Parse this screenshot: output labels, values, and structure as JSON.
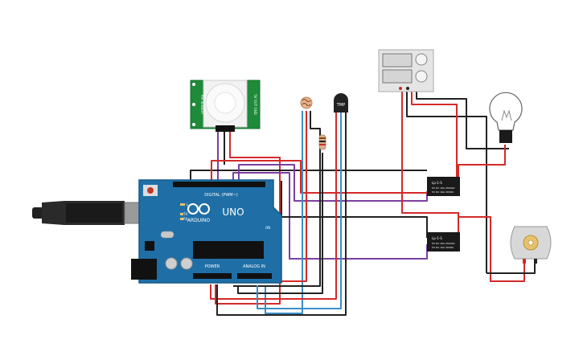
{
  "components": {
    "arduino": {
      "brand_text": "ARDUINO",
      "model_text": "UNO",
      "digital_header_text": "DIGITAL (PWM~)",
      "power_header_text": "POWER",
      "analog_header_text": "ANALOG IN",
      "led_labels": [
        "L",
        "TX",
        "RX",
        "ON"
      ],
      "icon": "arduino-logo-icon"
    },
    "pir_sensor": {
      "icon": "pir-dome-icon",
      "side_text_left": "PIR SENSOR",
      "side_text_right": "5V OUT GND"
    },
    "photoresistor": {
      "icon": "photoresistor-icon"
    },
    "resistor": {
      "icon": "resistor-icon"
    },
    "temp_sensor": {
      "label": "TMP",
      "icon": "temperature-sensor-icon"
    },
    "power_supply": {
      "icon": "dc-power-supply-icon"
    },
    "relay_top": {
      "label_lines": [
        "Lp-1-S",
        "5V DC 10A 250VAC",
        "5V DC 10A 30VDC"
      ]
    },
    "relay_bottom": {
      "label_lines": [
        "Lp-1-S",
        "5V DC 10A 250VAC",
        "5V DC 10A 30VDC"
      ]
    },
    "light_bulb": {
      "icon": "light-bulb-icon"
    },
    "dc_motor": {
      "icon": "dc-motor-icon"
    },
    "usb_cable": {
      "icon": "usb-plug-icon"
    }
  },
  "colors": {
    "board": "#1f6fa6",
    "board_edge": "#155a8a",
    "pir_board": "#1e8a3a",
    "wire_black": "#222222",
    "wire_red": "#d42a2a",
    "wire_purple": "#7b3fa0",
    "wire_blue": "#3a8fc7",
    "relay": "#1a1a1a"
  }
}
